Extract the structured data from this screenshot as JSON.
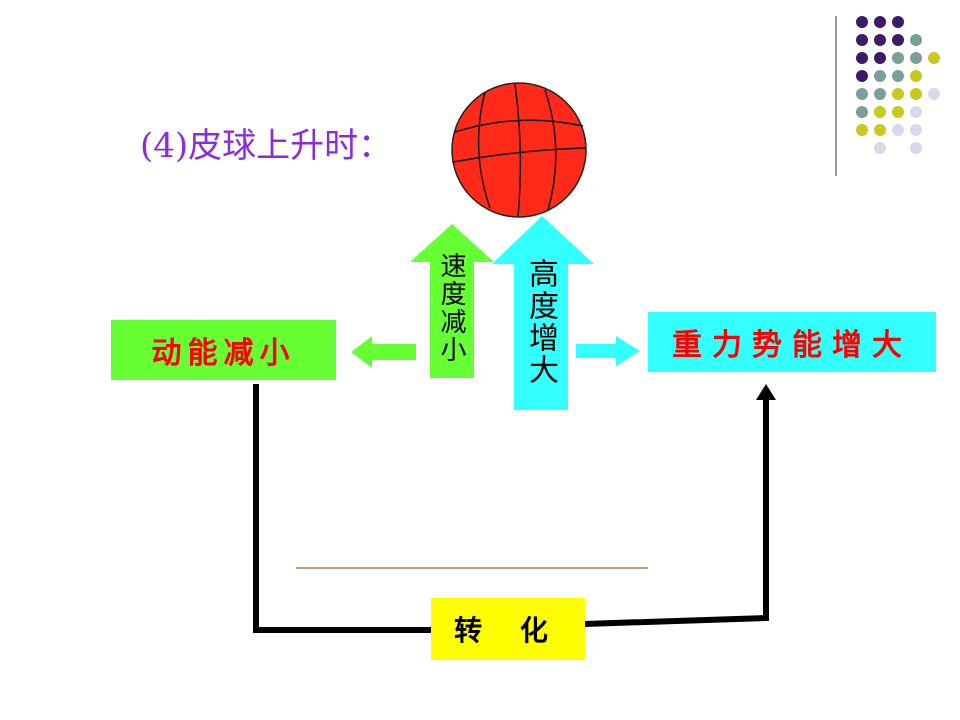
{
  "heading": {
    "number": "(4)",
    "text": "皮球上升时："
  },
  "speed_label": "速度减小",
  "height_label": "高度增大",
  "kinetic_label": "动能减小",
  "potential_label": "重力势能增大",
  "conversion_label": "转 化",
  "colors": {
    "heading": "#8a2be2",
    "ball": "#ff2a1a",
    "green": "#66ff33",
    "cyan": "#33ffff",
    "yellow": "#ffff00",
    "box_text": "#ff0000",
    "dot_purple": "#3d1a66",
    "dot_teal": "#7a9e9a",
    "dot_olive": "#c8c81e",
    "dot_lavender": "#d8d8e8"
  },
  "icons": [
    "basketball-icon",
    "arrow-up-icon",
    "arrow-left-icon",
    "arrow-right-icon"
  ]
}
